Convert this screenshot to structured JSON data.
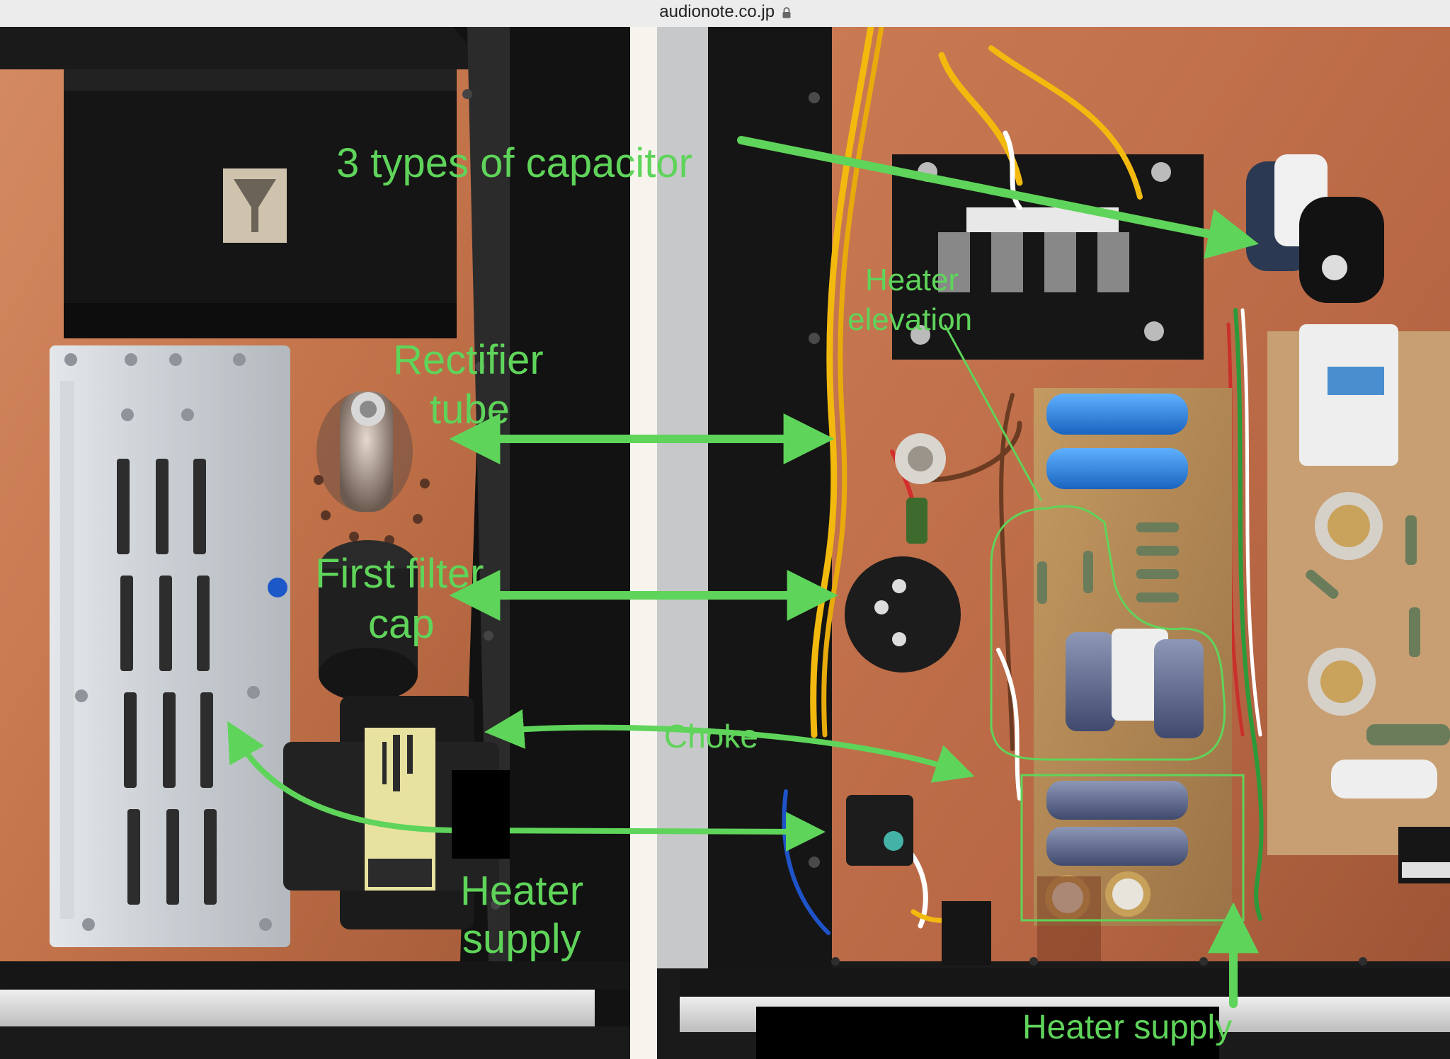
{
  "browser": {
    "url": "audionote.co.jp",
    "lock_icon": "lock-icon"
  },
  "colors": {
    "annotation_green": "#5fd45a",
    "copper_chassis": "#c8774e",
    "chassis_black": "#1c1c1c",
    "divider": "#f7f4ee"
  },
  "annotations": {
    "three_types_of_capacitor": "3 types of capacitor",
    "heater_elevation_line1": "Heater",
    "heater_elevation_line2": "elevation",
    "rectifier_tube_line1": "Rectifier",
    "rectifier_tube_line2": "tube",
    "first_filter_cap_line1": "First filter",
    "first_filter_cap_line2": "cap",
    "choke": "Choke",
    "heater_supply_left_line1": "Heater",
    "heater_supply_left_line2": "supply",
    "heater_supply_bottom": "Heater supply"
  }
}
